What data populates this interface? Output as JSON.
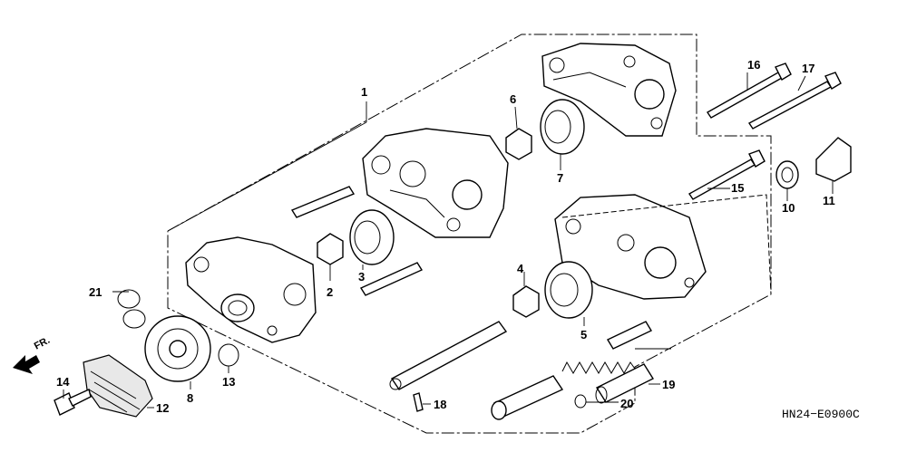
{
  "callouts": {
    "c1": "1",
    "c2": "2",
    "c3": "3",
    "c4": "4",
    "c5": "5",
    "c6": "6",
    "c7": "7",
    "c8": "8",
    "c10": "10",
    "c11": "11",
    "c12": "12",
    "c13": "13",
    "c14": "14",
    "c15": "15",
    "c16": "16",
    "c17": "17",
    "c18": "18",
    "c19": "19",
    "c20": "20",
    "c21": "21"
  },
  "direction_label": "FR.",
  "diagram_code": "HN24−E0900C"
}
